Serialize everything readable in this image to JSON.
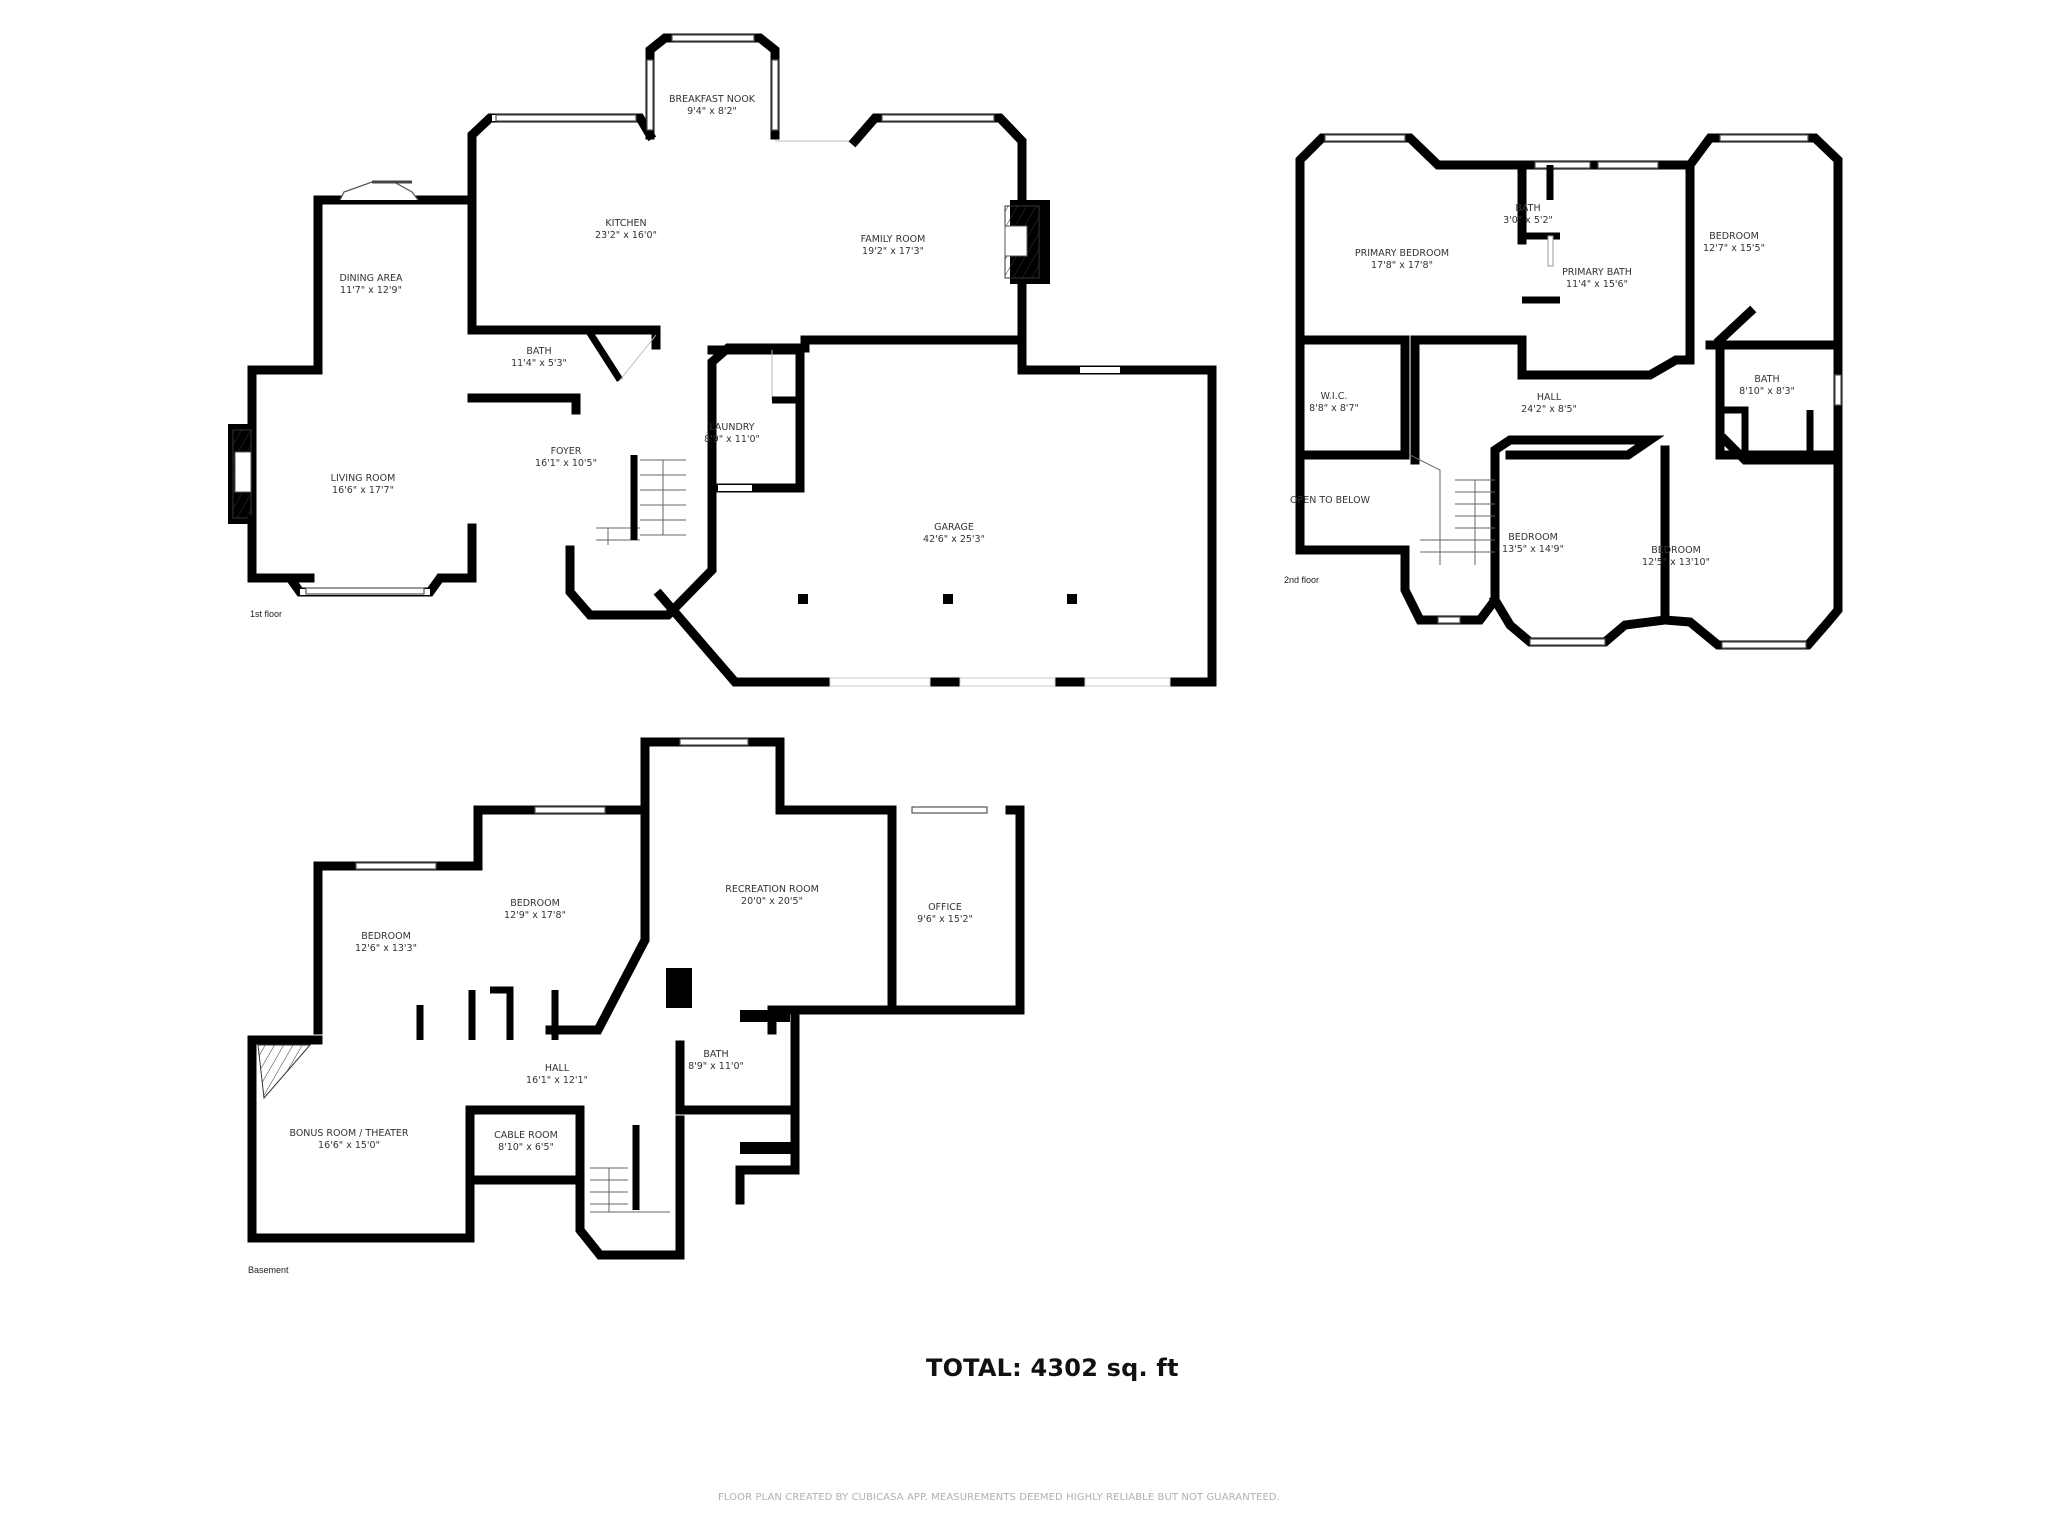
{
  "floors": [
    {
      "name": "1st floor",
      "rooms": [
        {
          "name": "BREAKFAST NOOK",
          "size": "9'4\" x 8'2\""
        },
        {
          "name": "KITCHEN",
          "size": "23'2\" x 16'0\""
        },
        {
          "name": "FAMILY ROOM",
          "size": "19'2\" x 17'3\""
        },
        {
          "name": "DINING AREA",
          "size": "11'7\" x 12'9\""
        },
        {
          "name": "BATH",
          "size": "11'4\" x 5'3\""
        },
        {
          "name": "LIVING ROOM",
          "size": "16'6\" x 17'7\""
        },
        {
          "name": "FOYER",
          "size": "16'1\" x 10'5\""
        },
        {
          "name": "LAUNDRY",
          "size": "8'9\" x 11'0\""
        },
        {
          "name": "GARAGE",
          "size": "42'6\" x 25'3\""
        }
      ]
    },
    {
      "name": "2nd floor",
      "rooms": [
        {
          "name": "PRIMARY BEDROOM",
          "size": "17'8\" x 17'8\""
        },
        {
          "name": "BATH",
          "size": "3'0\" x 5'2\""
        },
        {
          "name": "PRIMARY BATH",
          "size": "11'4\" x 15'6\""
        },
        {
          "name": "BEDROOM",
          "size": "12'7\" x 15'5\""
        },
        {
          "name": "W.I.C.",
          "size": "8'8\" x 8'7\""
        },
        {
          "name": "HALL",
          "size": "24'2\" x 8'5\""
        },
        {
          "name": "BATH",
          "size": "8'10\" x 8'3\""
        },
        {
          "name": "OPEN TO BELOW",
          "size": ""
        },
        {
          "name": "BEDROOM",
          "size": "13'5\" x 14'9\""
        },
        {
          "name": "BEDROOM",
          "size": "12'5\" x 13'10\""
        }
      ]
    },
    {
      "name": "Basement",
      "rooms": [
        {
          "name": "BEDROOM",
          "size": "12'6\" x 13'3\""
        },
        {
          "name": "BEDROOM",
          "size": "12'9\" x 17'8\""
        },
        {
          "name": "RECREATION ROOM",
          "size": "20'0\" x 20'5\""
        },
        {
          "name": "OFFICE",
          "size": "9'6\" x 15'2\""
        },
        {
          "name": "BATH",
          "size": "8'9\" x 11'0\""
        },
        {
          "name": "HALL",
          "size": "16'1\" x 12'1\""
        },
        {
          "name": "BONUS ROOM / THEATER",
          "size": "16'6\" x 15'0\""
        },
        {
          "name": "CABLE ROOM",
          "size": "8'10\" x 6'5\""
        }
      ]
    }
  ],
  "total": "TOTAL: 4302 sq. ft",
  "footer": "FLOOR PLAN CREATED BY CUBICASA APP. MEASUREMENTS DEEMED HIGHLY RELIABLE BUT NOT GUARANTEED."
}
